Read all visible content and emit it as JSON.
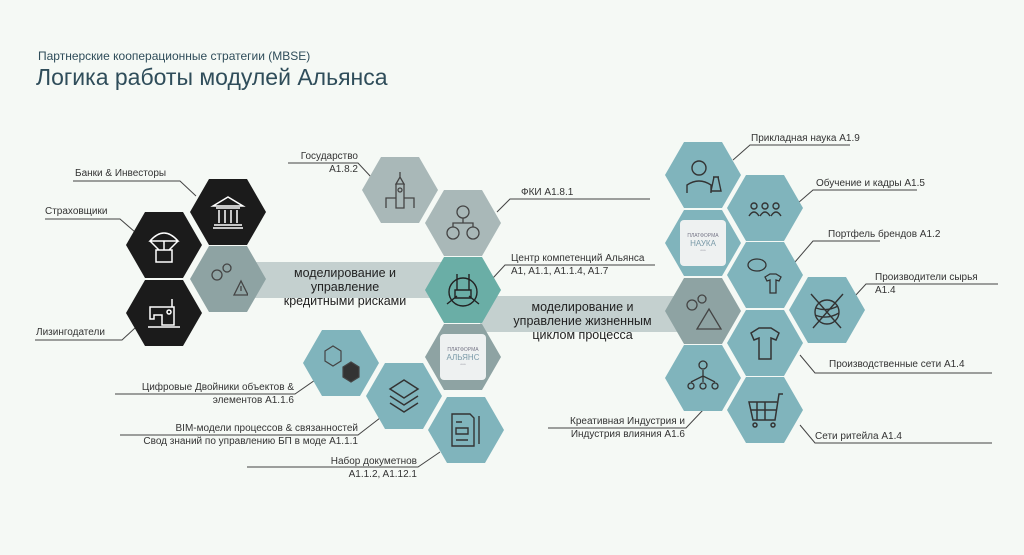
{
  "header": {
    "subtitle": "Партнерские кооперационные стратегии (MBSE)",
    "title": "Логика работы модулей Альянса"
  },
  "bands": {
    "left": "моделирование и управление кредитными рисками",
    "right": "моделирование и управление жизненным циклом процесса"
  },
  "platforms": {
    "alliance": {
      "top": "ПЛАТФОРМА",
      "name": "АЛЬЯНС"
    },
    "science": {
      "top": "ПЛАТФОРМА",
      "name": "НАУКА"
    }
  },
  "labels": {
    "banks": "Банки & Инвесторы",
    "insurers": "Страховщики",
    "lessors": "Лизингодатели",
    "state": [
      "Государство",
      "A1.8.2"
    ],
    "fki": "ФКИ A1.8.1",
    "center": [
      "Центр компетенций Альянса",
      "A1, A1.1, A1.1.4, A1.7"
    ],
    "science": "Прикладная наука A1.9",
    "training": "Обучение и кадры A1.5",
    "brands": "Портфель брендов A1.2",
    "raw": [
      "Производители сырья",
      "A1.4"
    ],
    "production": "Производственные сети A1.4",
    "retail": "Сети ритейла A1.4",
    "creative": [
      "Креативная Индустрия и",
      "Индустрия влияния A1.6"
    ],
    "twins": [
      "Цифровые Двойники объектов &",
      "элементов A1.1.6"
    ],
    "bim": [
      "BIM-модели процессов & связанностей",
      "Свод знаний по управлению БП в моде A1.1.1"
    ],
    "docs": [
      "Набор докуметнов",
      "A1.1.2, A1.12.1"
    ]
  },
  "colors": {
    "black": "#1b1b1b",
    "grey": "#8ea3a3",
    "light_grey": "#a9b8b8",
    "teal": "#6aaea6",
    "blue": "#80b4bc"
  }
}
